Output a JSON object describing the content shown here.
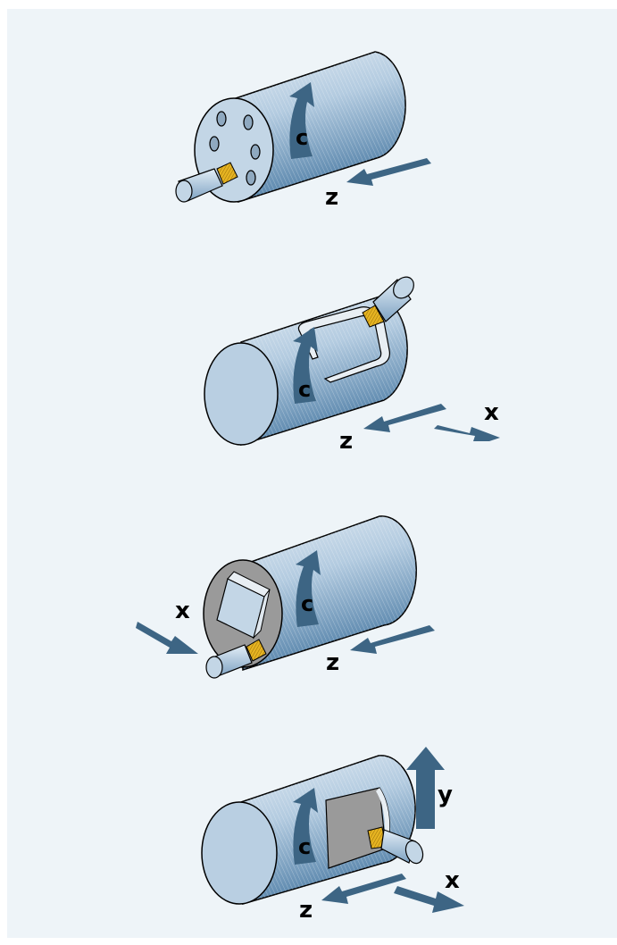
{
  "colors": {
    "background": "#eef4f8",
    "cylinder_light": "#c7d9e8",
    "cylinder_dark": "#5f8fb5",
    "arrow": "#3d6584",
    "tool_gold": "#e6b422",
    "flat_grey": "#9a9a9a"
  },
  "diagrams": [
    {
      "c_label": "c",
      "z_label": "z"
    },
    {
      "c_label": "c",
      "z_label": "z",
      "x_label": "x"
    },
    {
      "c_label": "c",
      "z_label": "z",
      "x_label": "x"
    },
    {
      "c_label": "c",
      "z_label": "z",
      "x_label": "x",
      "y_label": "y"
    }
  ]
}
